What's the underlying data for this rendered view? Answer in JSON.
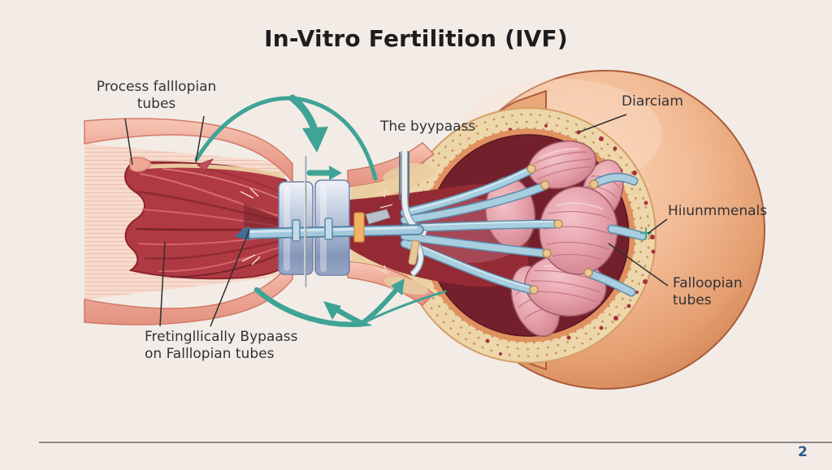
{
  "title": "In-Vitro Fertilition (IVF)",
  "labels": {
    "process_line1": "Process falllopian",
    "process_line2": "tubes",
    "bypass": "The byypaass",
    "diarciam": "Diarciam",
    "hinummenals": "Hiıunmmenals",
    "falloopian_line1": "Falloopian",
    "falloopian_line2": "tubes",
    "fret_line1": "Fretingllically Bypaass",
    "fret_line2": "on Falllopian tubes"
  },
  "footer": {
    "page_number": "2"
  },
  "colors": {
    "background": "#f3ece6",
    "accent_teal": "#3fa396",
    "tube_blue": "#a8cedf",
    "inner_red": "#b03a43",
    "sphere_peach": "#e9a87a",
    "page_number_blue": "#2b5c91",
    "rule_gray": "#8e8984"
  }
}
